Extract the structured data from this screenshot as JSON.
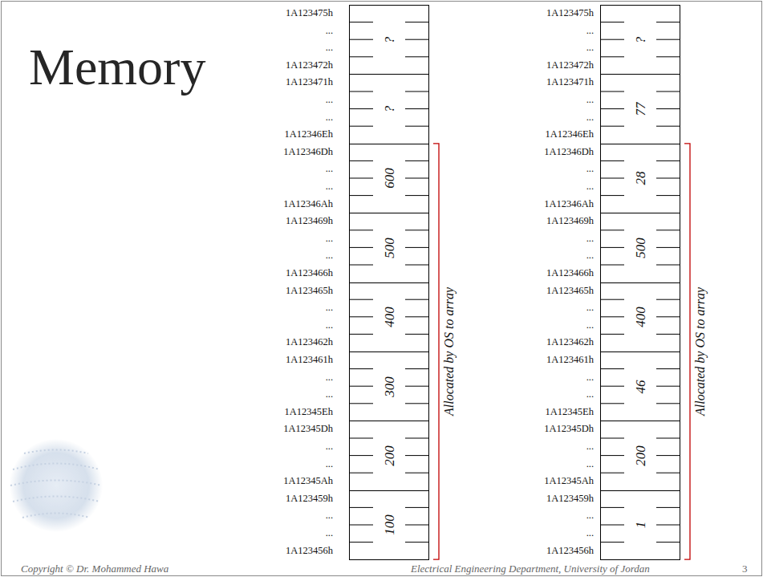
{
  "diagram": {
    "title": "Memory",
    "nodes": [
      {
        "text": [
          "?"
        ]
      },
      {
        "text": [
          "?"
        ]
      },
      {
        "text": [
          "600"
        ]
      },
      {
        "text": [
          "500"
        ]
      },
      {
        "text": [
          "400"
        ]
      },
      {
        "text": [
          "300"
        ]
      },
      {
        "text": [
          "200"
        ]
      },
      {
        "text": [
          "100"
        ]
      },
      {
        "text": [
          "?"
        ]
      },
      {
        "text": [
          "77"
        ]
      },
      {
        "text": [
          "28"
        ]
      },
      {
        "text": [
          "500"
        ]
      },
      {
        "text": [
          "400"
        ]
      },
      {
        "text": [
          "46"
        ]
      },
      {
        "text": [
          "200"
        ]
      },
      {
        "text": [
          "1"
        ]
      }
    ],
    "labels": [
      "1A123475h",
      "...",
      "...",
      "1A123472h",
      "1A123471h",
      "...",
      "...",
      "1A12346Eh",
      "1A12346Dh",
      "...",
      "...",
      "1A12346Ah",
      "1A123469h",
      "...",
      "...",
      "1A123466h",
      "1A123465h",
      "...",
      "...",
      "1A123462h",
      "1A123461h",
      "...",
      "...",
      "1A12345Eh",
      "1A12345Dh",
      "...",
      "...",
      "1A12345Ah",
      "1A123459h",
      "...",
      "...",
      "1A123456h",
      "Allocated by OS to array",
      "1A123475h",
      "...",
      "...",
      "1A123472h",
      "1A123471h",
      "...",
      "...",
      "1A12346Eh",
      "1A12346Dh",
      "...",
      "...",
      "1A12346Ah",
      "1A123469h",
      "...",
      "...",
      "1A123466h",
      "1A123465h",
      "...",
      "...",
      "1A123462h",
      "1A123461h",
      "...",
      "...",
      "1A12345Eh",
      "1A12345Dh",
      "...",
      "...",
      "1A12345Ah",
      "1A123459h",
      "...",
      "...",
      "1A123456h",
      "Allocated by OS to array",
      "Copyright © Dr. Mohammed Hawa",
      "Electrical Engineering Department, University of Jordan",
      "3"
    ]
  }
}
